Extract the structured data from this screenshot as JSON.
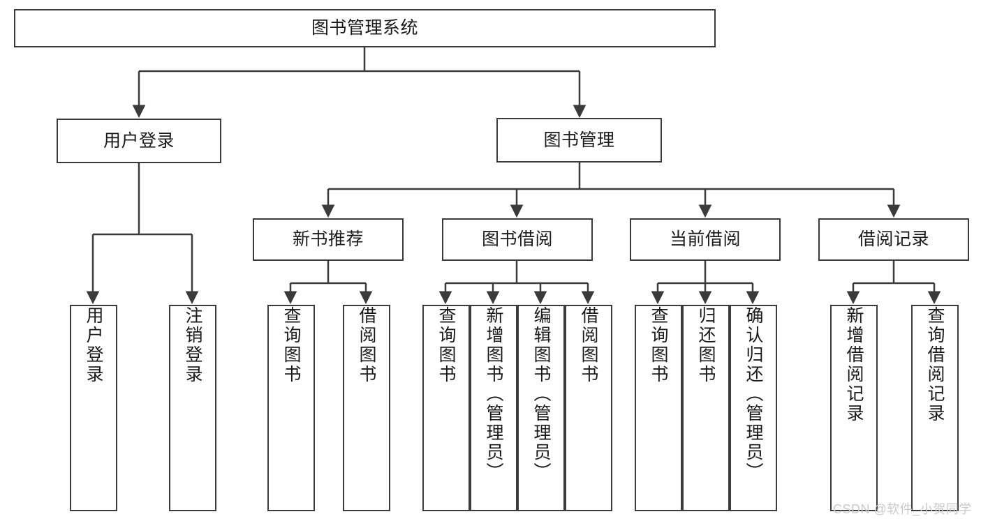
{
  "diagram": {
    "type": "tree",
    "orientation": "top-down",
    "title": "图书管理系统",
    "nodes": {
      "root": {
        "label": "图书管理系统"
      },
      "level2": [
        {
          "id": "user-login",
          "label": "用户登录"
        },
        {
          "id": "book-manage",
          "label": "图书管理"
        }
      ],
      "level3": [
        {
          "id": "new-book-rec",
          "label": "新书推荐"
        },
        {
          "id": "book-borrow",
          "label": "图书借阅"
        },
        {
          "id": "current-borrow",
          "label": "当前借阅"
        },
        {
          "id": "borrow-record",
          "label": "借阅记录"
        }
      ],
      "leaves": [
        {
          "id": "leaf-user-login",
          "label": "用户登录"
        },
        {
          "id": "leaf-logout",
          "label": "注销登录"
        },
        {
          "id": "leaf-query-book-1",
          "label": "查询图书"
        },
        {
          "id": "leaf-borrow-book-1",
          "label": "借阅图书"
        },
        {
          "id": "leaf-query-book-2",
          "label": "查询图书"
        },
        {
          "id": "leaf-add-book-admin",
          "label": "新增图书（管理员）"
        },
        {
          "id": "leaf-edit-book-admin",
          "label": "编辑图书（管理员）"
        },
        {
          "id": "leaf-borrow-book-2",
          "label": "借阅图书"
        },
        {
          "id": "leaf-query-book-3",
          "label": "查询图书"
        },
        {
          "id": "leaf-return-book",
          "label": "归还图书"
        },
        {
          "id": "leaf-confirm-return-admin",
          "label": "确认归还（管理员）"
        },
        {
          "id": "leaf-add-borrow-record",
          "label": "新增借阅记录"
        },
        {
          "id": "leaf-query-borrow-record",
          "label": "查询借阅记录"
        }
      ]
    },
    "colors": {
      "stroke": "#3b3b3b",
      "text": "#1a1a1a",
      "background": "#ffffff",
      "watermark": "#c9c9c9"
    }
  },
  "watermark": {
    "text": "CSDN @软件_小贺同学"
  }
}
